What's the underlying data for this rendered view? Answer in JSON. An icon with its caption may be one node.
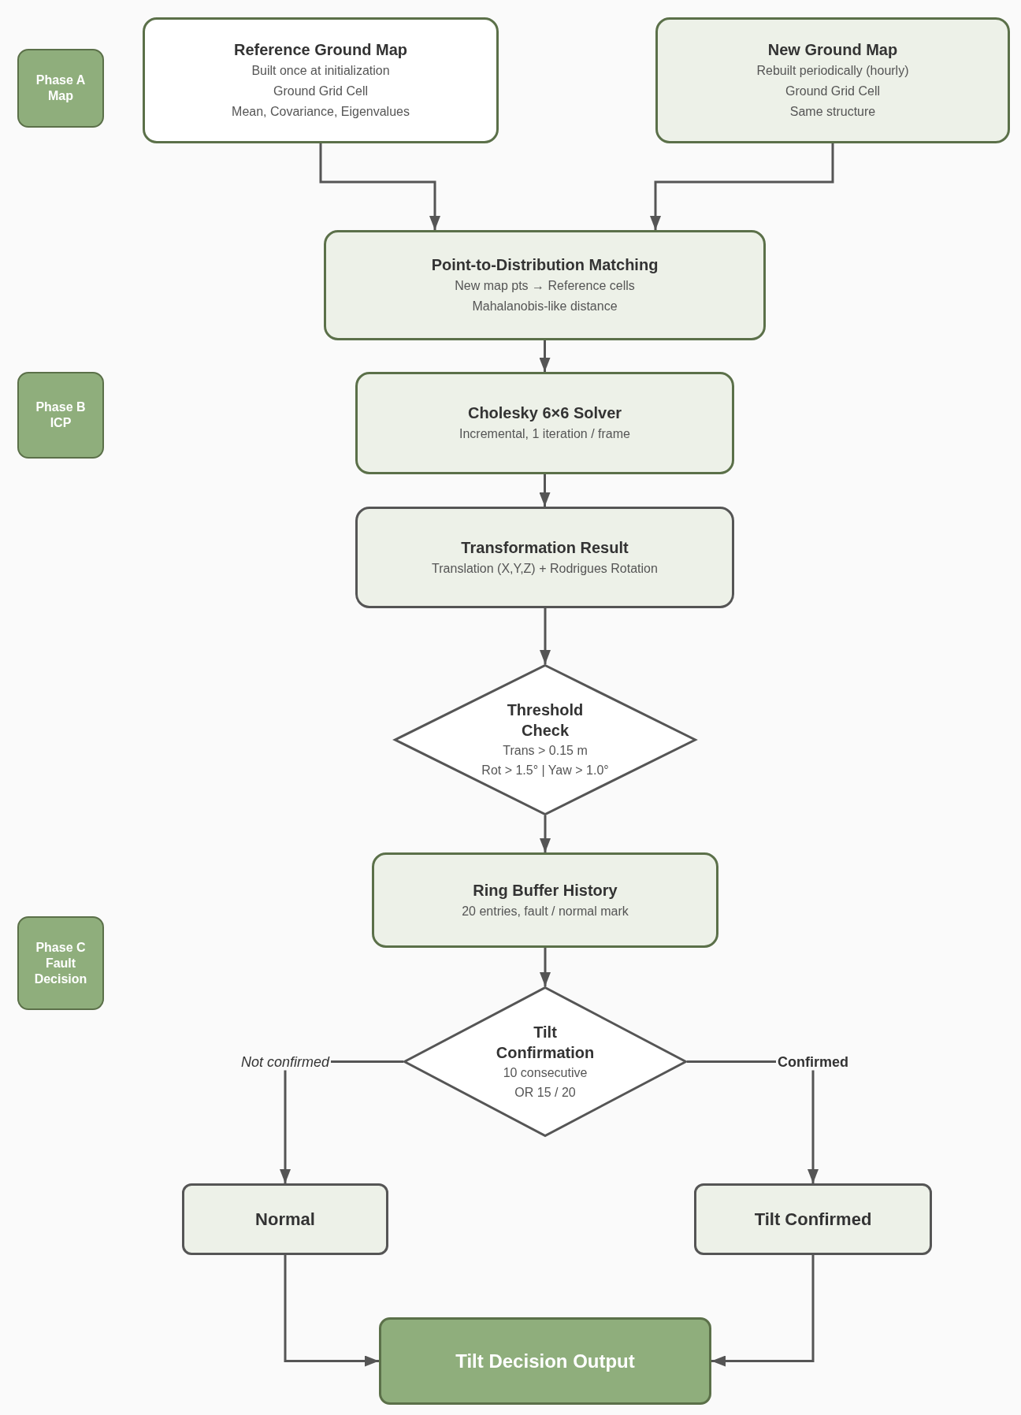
{
  "diagram": {
    "nodes": [
      {
        "text": [
          "Phase A",
          "Map"
        ]
      },
      {
        "text": [
          "Reference Ground Map",
          "Built once at initialization",
          "Ground Grid Cell",
          "Mean, Covariance, Eigenvalues"
        ]
      },
      {
        "text": [
          "New Ground Map",
          "Rebuilt periodically (hourly)",
          "Ground Grid Cell",
          "Same structure"
        ]
      },
      {
        "text": [
          "Point-to-Distribution Matching",
          "New map pts → Reference cells",
          "Mahalanobis-like distance"
        ]
      },
      {
        "text": [
          "Phase B",
          "ICP"
        ]
      },
      {
        "text": [
          "Cholesky 6×6 Solver",
          "Incremental, 1 iteration / frame"
        ]
      },
      {
        "text": [
          "Transformation Result",
          "Translation (X,Y,Z) + Rodrigues Rotation"
        ]
      },
      {
        "text": [
          "Threshold Check",
          "Trans > 0.15 m",
          "Rot > 1.5° | Yaw > 1.0°"
        ]
      },
      {
        "text": [
          "Ring Buffer History",
          "20 entries, fault / normal mark"
        ]
      },
      {
        "text": [
          "Phase C",
          "Fault Decision"
        ]
      },
      {
        "text": [
          "Tilt Confirmation",
          "10 consecutive",
          "OR 15 / 20"
        ]
      },
      {
        "text": [
          "Normal"
        ]
      },
      {
        "text": [
          "Tilt Confirmed"
        ]
      },
      {
        "text": [
          "Tilt Decision Output"
        ]
      }
    ],
    "edges": [
      {
        "from": 1,
        "to": 3,
        "arrow": "to"
      },
      {
        "from": 2,
        "to": 3,
        "arrow": "to"
      },
      {
        "from": 3,
        "to": 5,
        "arrow": "to"
      },
      {
        "from": 5,
        "to": 6,
        "arrow": "to"
      },
      {
        "from": 6,
        "to": 7,
        "arrow": "to"
      },
      {
        "from": 7,
        "to": 8,
        "arrow": "to"
      },
      {
        "from": 8,
        "to": 10,
        "arrow": "to"
      },
      {
        "from": 10,
        "to": 11,
        "arrow": "to",
        "label": "Not confirmed"
      },
      {
        "from": 10,
        "to": 12,
        "arrow": "to",
        "label": "Confirmed"
      },
      {
        "from": 11,
        "to": 13,
        "arrow": "to"
      },
      {
        "from": 12,
        "to": 13,
        "arrow": "to"
      }
    ]
  }
}
